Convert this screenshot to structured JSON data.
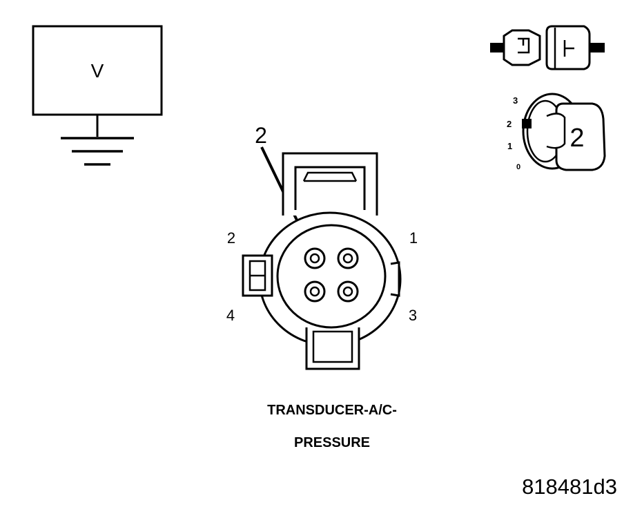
{
  "meter": {
    "label": "V",
    "icon": "voltmeter-icon"
  },
  "pointer_label": "2",
  "connector": {
    "pin_labels": [
      "1",
      "2",
      "3",
      "4"
    ]
  },
  "caption": {
    "line1": "TRANSDUCER-A/C-",
    "line2": "PRESSURE"
  },
  "probe_icon": {
    "icon": "test-probe-icon"
  },
  "selector": {
    "scale": [
      "3",
      "2",
      "1",
      "0"
    ],
    "value": "2",
    "icon": "probe-size-selector-icon"
  },
  "figure_id": "818481d3",
  "colors": {
    "line": "#000000",
    "background": "#ffffff"
  }
}
